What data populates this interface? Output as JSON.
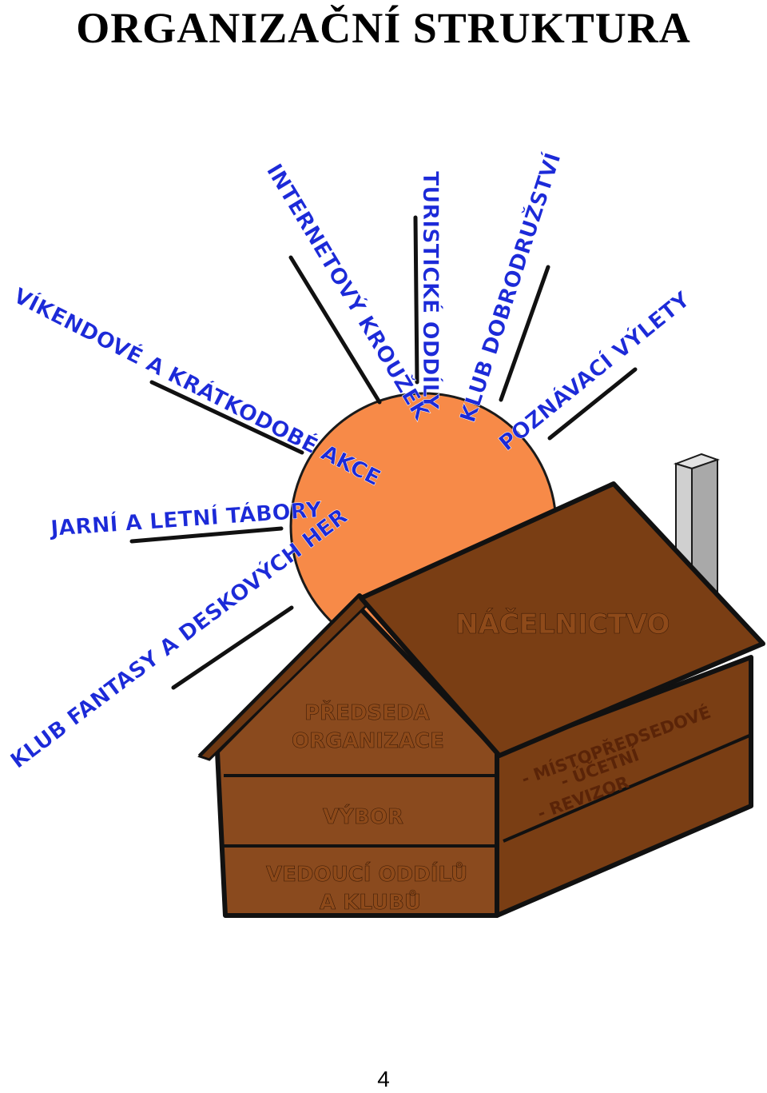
{
  "title": "ORGANIZAČNÍ STRUKTURA",
  "page_number": "4",
  "colors": {
    "sun": "#f78a48",
    "wood": "#8a4a1e",
    "wood_dark": "#6e3812",
    "chimney": "#c8c8c8",
    "label_blue": "#1c2ad8"
  },
  "activities": {
    "internet": "INTERNETOVÝ KROUŽEK",
    "turist": "TURISTICKÉ ODDÍLY",
    "dobro": "KLUB DOBRODRUŽSTVÍ",
    "vylety": "POZNÁVACÍ VÝLETY",
    "vikend": "VÍKENDOVÉ A KRÁTKODOBÉ AKCE",
    "tabory": "JARNÍ A LETNÍ TÁBORY",
    "fantasy": "KLUB FANTASY A DESKOVÝCH HER"
  },
  "house": {
    "roof": "NÁČELNICTVO",
    "gable_line1": "PŘEDSEDA",
    "gable_line2": "ORGANIZACE",
    "middle": "VÝBOR",
    "bottom_line1": "VEDOUCÍ ODDÍLŮ",
    "bottom_line2": "A KLUBŮ",
    "side_line1": "- MÍSTOPŘEDSEDOVÉ",
    "side_line2": "- ÚČETNÍ",
    "side_line3": "- REVIZOR"
  }
}
